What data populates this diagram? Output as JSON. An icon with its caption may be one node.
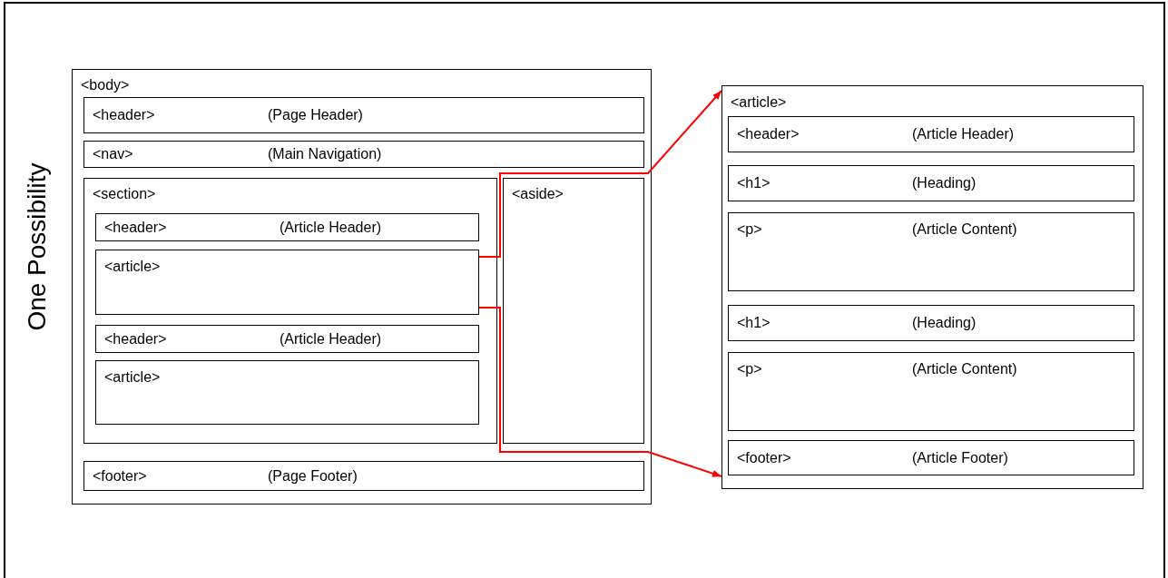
{
  "diagram": {
    "title": "One Possibility",
    "nodes": [
      {
        "text": [
          "<body>"
        ]
      },
      {
        "text": [
          "<header>",
          "(Page Header)"
        ],
        "in": 0
      },
      {
        "text": [
          "<nav>",
          "(Main Navigation)"
        ],
        "in": 0
      },
      {
        "text": [
          "<section>"
        ],
        "in": 0
      },
      {
        "text": [
          "<header>",
          "(Article Header)"
        ],
        "in": 3
      },
      {
        "text": [
          "<article>"
        ],
        "in": 3
      },
      {
        "text": [
          "<header>",
          "(Article Header)"
        ],
        "in": 3
      },
      {
        "text": [
          "<article>"
        ],
        "in": 3
      },
      {
        "text": [
          "<aside>"
        ],
        "in": 0
      },
      {
        "text": [
          "<footer>",
          "(Page Footer)"
        ],
        "in": 0
      },
      {
        "text": [
          "<article>"
        ]
      },
      {
        "text": [
          "<header>",
          "(Article Header)"
        ],
        "in": 10
      },
      {
        "text": [
          "<h1>",
          "(Heading)"
        ],
        "in": 10
      },
      {
        "text": [
          "<p>",
          "(Article Content)"
        ],
        "in": 10
      },
      {
        "text": [
          "<h1>",
          "(Heading)"
        ],
        "in": 10
      },
      {
        "text": [
          "<p>",
          "(Article Content)"
        ],
        "in": 10
      },
      {
        "text": [
          "<footer>",
          "(Article Footer)"
        ],
        "in": 10
      }
    ],
    "edges": [
      {
        "from": 5,
        "to": 10,
        "arrow": "to",
        "color": "#ff0000"
      },
      {
        "from": 5,
        "to": 10,
        "arrow": "to",
        "color": "#ff0000"
      }
    ]
  }
}
